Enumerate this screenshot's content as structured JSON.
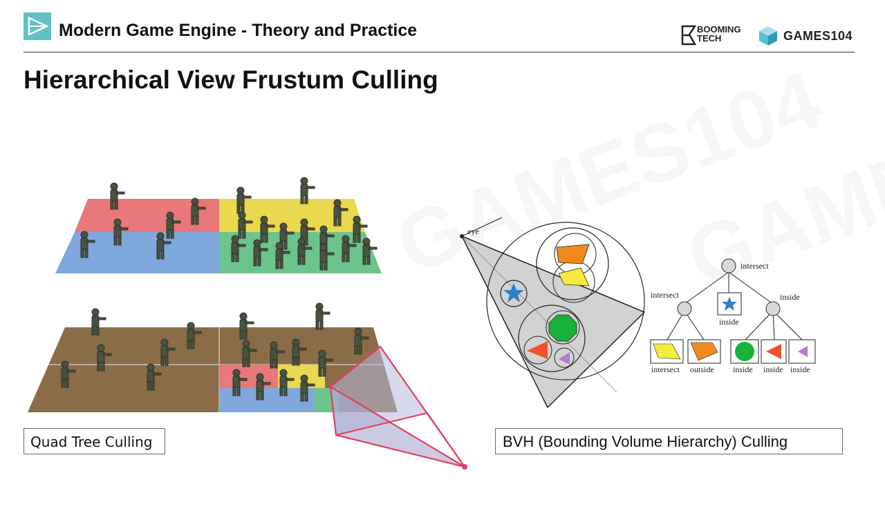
{
  "header": {
    "course_title": "Modern Game Engine - Theory and Practice",
    "booming_line1": "BOOMING",
    "booming_line2": "TECH",
    "games_brand": "GAMES104"
  },
  "slide": {
    "title": "Hierarchical View Frustum Culling"
  },
  "left_figure": {
    "caption": "Quad Tree Culling"
  },
  "right_figure": {
    "caption": "BVH (Bounding Volume Hierarchy) Culling",
    "eye_label": "eye",
    "tree": {
      "root": "intersect",
      "left_child": "intersect",
      "middle_child": "inside",
      "right_child": "inside",
      "leaves": [
        "intersect",
        "outside",
        "inside",
        "inside",
        "inside"
      ]
    }
  },
  "watermark": "GAMES104",
  "colors": {
    "quad_red": "#e8787a",
    "quad_yellow": "#ead84e",
    "quad_blue": "#7ea8dc",
    "quad_green": "#6cc48c",
    "ground_brown": "#8a6d48",
    "frustum_pink": "#e04060"
  }
}
